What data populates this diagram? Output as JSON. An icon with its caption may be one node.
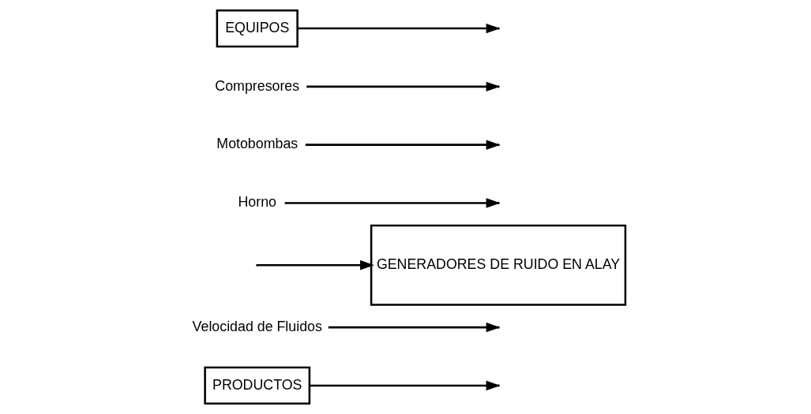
{
  "diagram": {
    "nodes": [
      {
        "text": [
          "PRODUCTOS"
        ]
      },
      {
        "text": [
          "Velocidad de Fluidos"
        ]
      },
      {
        "text": [
          "GENERADORES DE RUIDO EN ALAY"
        ]
      },
      {
        "text": [
          "Horno"
        ]
      },
      {
        "text": [
          "Motobombas"
        ]
      },
      {
        "text": [
          "Compresores"
        ]
      },
      {
        "text": [
          "EQUIPOS"
        ]
      }
    ],
    "edges": [
      {
        "from": null,
        "to": 2,
        "arrow": "to"
      },
      {
        "from": 0,
        "to": null,
        "arrow": "to"
      },
      {
        "from": 1,
        "to": null,
        "arrow": "to"
      },
      {
        "from": 6,
        "to": null,
        "arrow": "to"
      },
      {
        "from": 3,
        "to": null,
        "arrow": "to"
      },
      {
        "from": 4,
        "to": null,
        "arrow": "to"
      },
      {
        "from": 5,
        "to": null,
        "arrow": "to"
      }
    ]
  }
}
